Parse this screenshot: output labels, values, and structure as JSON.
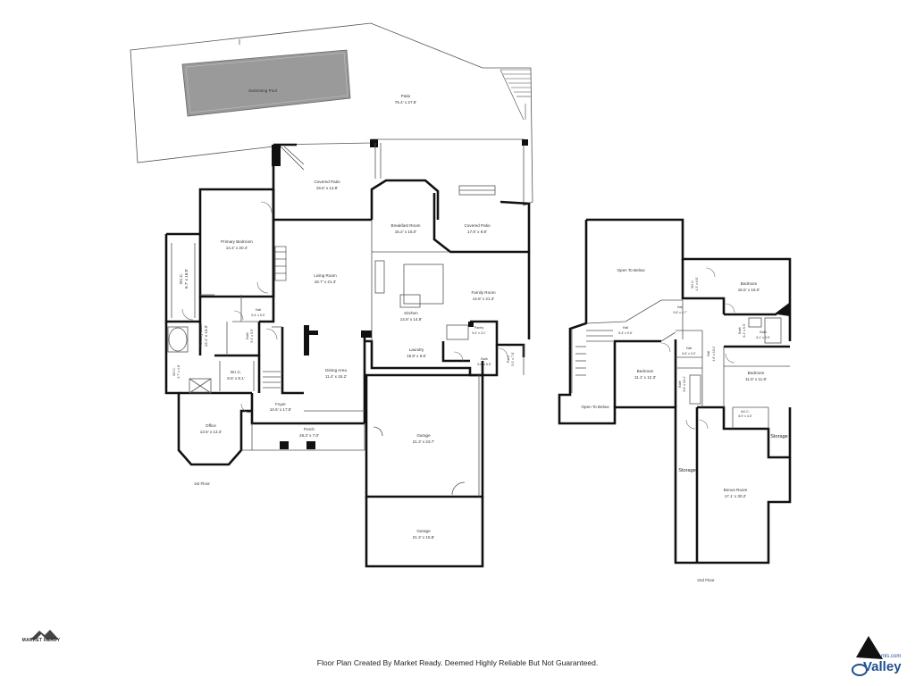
{
  "footer_note": "Floor Plan Created By Market Ready. Deemed Highly Reliable But Not Guaranteed.",
  "logos": {
    "market_ready": "MARKET READY",
    "valley": "Valley",
    "valley_small": "mls.com"
  },
  "colors": {
    "wall": "#111111",
    "thin_line": "#444444",
    "pool_fill": "#9a9a9a",
    "valley_blue": "#1f4f8f"
  },
  "floors": {
    "first": {
      "label": "1st Floor",
      "rooms": {
        "swimming_pool": {
          "name": "Swimming Pool",
          "dims": ""
        },
        "patio": {
          "name": "Patio",
          "dims": "76.4' x 27.8'"
        },
        "covered_patio_1": {
          "name": "Covered Patio",
          "dims": "19.6' x 14.8'"
        },
        "covered_patio_2": {
          "name": "Covered Patio",
          "dims": "17.6' x 9.8'"
        },
        "breakfast_room": {
          "name": "Breakfast Room",
          "dims": "15.2' x 15.0'"
        },
        "primary_bedroom": {
          "name": "Primary Bedroom",
          "dims": "14.4' x 20.4'"
        },
        "wic_1": {
          "name": "W.I.C.",
          "dims": "6.7' x 16.8'"
        },
        "living_room": {
          "name": "Living Room",
          "dims": "18.7' x 21.3'"
        },
        "family_room": {
          "name": "Family Room",
          "dims": "14.8' x 21.3'"
        },
        "kitchen": {
          "name": "Kitchen",
          "dims": "14.8' x 14.9'"
        },
        "hall_1": {
          "name": "Hall",
          "dims": "5.4' x 5.0'"
        },
        "bath_1": {
          "name": "Bath",
          "dims": "5.4' x 5.0'"
        },
        "primary_bath": {
          "name": "Primary Bath",
          "dims": "12.1' x 14.0'"
        },
        "wic_2": {
          "name": "W.I.C.",
          "dims": "8.5' x 8.1'"
        },
        "wic_3": {
          "name": "W.I.C.",
          "dims": "3.7' x 4.8'"
        },
        "pantry": {
          "name": "Pantry",
          "dims": "5.4' x 3.1'"
        },
        "laundry": {
          "name": "Laundry",
          "dims": "15.8' x 6.6'"
        },
        "bath_2": {
          "name": "Bath",
          "dims": "5.8' x 5.5'"
        },
        "patio_small": {
          "name": "Patio",
          "dims": "5.3' x 7.8'"
        },
        "dining_area": {
          "name": "Dining Area",
          "dims": "11.4' x 15.2'"
        },
        "office": {
          "name": "Office",
          "dims": "13.6' x 13.3'"
        },
        "foyer": {
          "name": "Foyer",
          "dims": "10.6' x 17.8'"
        },
        "porch": {
          "name": "Porch",
          "dims": "26.3' x 7.0'"
        },
        "garage_1": {
          "name": "Garage",
          "dims": "21.3' x 23.7'"
        },
        "garage_2": {
          "name": "Garage",
          "dims": "21.3' x 15.8'"
        }
      }
    },
    "second": {
      "label": "2nd Floor",
      "rooms": {
        "open_to_below_1": {
          "name": "Open To Below",
          "dims": ""
        },
        "open_to_below_2": {
          "name": "Open To Below",
          "dims": ""
        },
        "wic_4": {
          "name": "W.I.C.",
          "dims": "4.3' x 6.8'"
        },
        "bedroom_1": {
          "name": "Bedroom",
          "dims": "15.5' x 16.0'"
        },
        "bath_3": {
          "name": "Bath",
          "dims": "6.2' x 5.5'"
        },
        "bath_4": {
          "name": "Bath",
          "dims": "6.1' x 5.5'"
        },
        "hall_2": {
          "name": "Hall",
          "dims": "9.6' x 4.7'"
        },
        "hall_3": {
          "name": "Hall",
          "dims": "8.4' x 9.5'"
        },
        "hall_4": {
          "name": "Hall",
          "dims": "4.6' x 10.1'"
        },
        "hall_5": {
          "name": "Hall",
          "dims": "5.6' x 3.0'"
        },
        "bath_5": {
          "name": "Bath",
          "dims": "5.6' x 10.4'"
        },
        "bedroom_2": {
          "name": "Bedroom",
          "dims": "11.1' x 12.3'"
        },
        "bedroom_3": {
          "name": "Bedroom",
          "dims": "11.8' x 11.8'"
        },
        "wic_5": {
          "name": "W.I.C.",
          "dims": "8.9' x 4.0'"
        },
        "storage_1": {
          "name": "Storage",
          "dims": ""
        },
        "storage_2": {
          "name": "Storage",
          "dims": ""
        },
        "bonus_room": {
          "name": "Bonus Room",
          "dims": "17.1' x 30.2'"
        }
      }
    }
  }
}
